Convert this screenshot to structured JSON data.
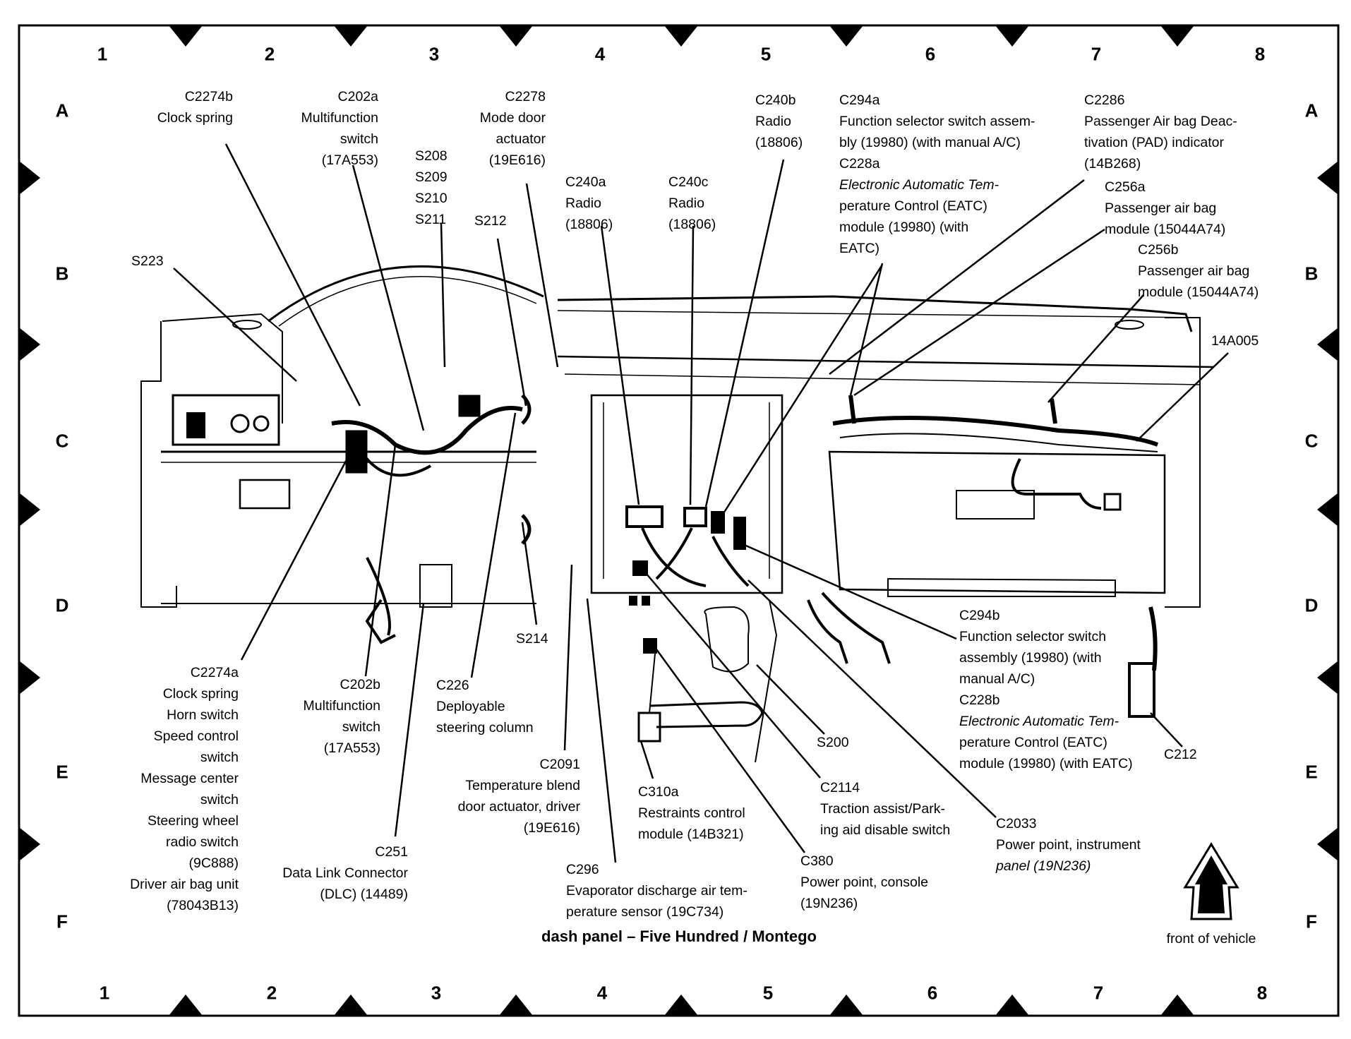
{
  "diagram": {
    "title": "dash panel – Five Hundred / Montego",
    "orientation_label": "front of vehicle",
    "orientation_icon": "up-arrow-icon",
    "grid": {
      "columns": [
        "1",
        "2",
        "3",
        "4",
        "5",
        "6",
        "7",
        "8"
      ],
      "rows": [
        "A",
        "B",
        "C",
        "D",
        "E",
        "F"
      ]
    },
    "labels": {
      "c2274b": [
        "C2274b",
        "Clock spring"
      ],
      "c202a": [
        "C202a",
        "Multifunction",
        "switch",
        "(17A553)"
      ],
      "s208": [
        "S208",
        "S209",
        "S210",
        "S211"
      ],
      "c2278": [
        "C2278",
        "Mode door",
        "actuator",
        "(19E616)"
      ],
      "s212": [
        "S212"
      ],
      "c240a": [
        "C240a",
        "Radio",
        "(18806)"
      ],
      "c240c": [
        "C240c",
        "Radio",
        "(18806)"
      ],
      "c240b": [
        "C240b",
        "Radio",
        "(18806)"
      ],
      "c294a": [
        "C294a",
        "Function selector switch assem-",
        "bly (19980) (with manual A/C)",
        "C228a",
        "Electronic Automatic Tem-",
        "perature Control (EATC)",
        "module (19980) (with",
        "EATC)"
      ],
      "c2286": [
        "C2286",
        "Passenger Air bag Deac-",
        "tivation (PAD) indicator",
        "(14B268)"
      ],
      "c256a": [
        "C256a",
        "Passenger air bag",
        "module (15044A74)"
      ],
      "c256b": [
        "C256b",
        "Passenger air bag",
        "module (15044A74)"
      ],
      "a14a005": [
        "14A005"
      ],
      "s223": [
        "S223"
      ],
      "c2274a": [
        "C2274a",
        "Clock spring",
        "Horn switch",
        "Speed control",
        "switch",
        "Message center",
        "switch",
        "Steering wheel",
        "radio switch",
        "(9C888)",
        "Driver air bag unit",
        "(78043B13)"
      ],
      "c202b": [
        "C202b",
        "Multifunction",
        "switch",
        "(17A553)"
      ],
      "c251": [
        "C251",
        "Data Link Connector",
        "(DLC) (14489)"
      ],
      "c226": [
        "C226",
        "Deployable",
        "steering column"
      ],
      "s214": [
        "S214"
      ],
      "c2091": [
        "C2091",
        "Temperature blend",
        "door actuator, driver",
        "(19E616)"
      ],
      "c296": [
        "C296",
        "Evaporator discharge air tem-",
        "perature sensor (19C734)"
      ],
      "c310a": [
        "C310a",
        "Restraints control",
        "module (14B321)"
      ],
      "s200": [
        "S200"
      ],
      "c2114": [
        "C2114",
        "Traction assist/Park-",
        "ing aid disable switch"
      ],
      "c380": [
        "C380",
        "Power point, console",
        "(19N236)"
      ],
      "c2033": [
        "C2033",
        "Power point, instrument",
        "panel (19N236)"
      ],
      "c294b": [
        "C294b",
        "Function selector switch",
        "assembly (19980) (with",
        "manual A/C)",
        "C228b",
        "Electronic Automatic Tem-",
        "perature Control (EATC)",
        "module (19980) (with EATC)"
      ],
      "c212": [
        "C212"
      ]
    }
  }
}
